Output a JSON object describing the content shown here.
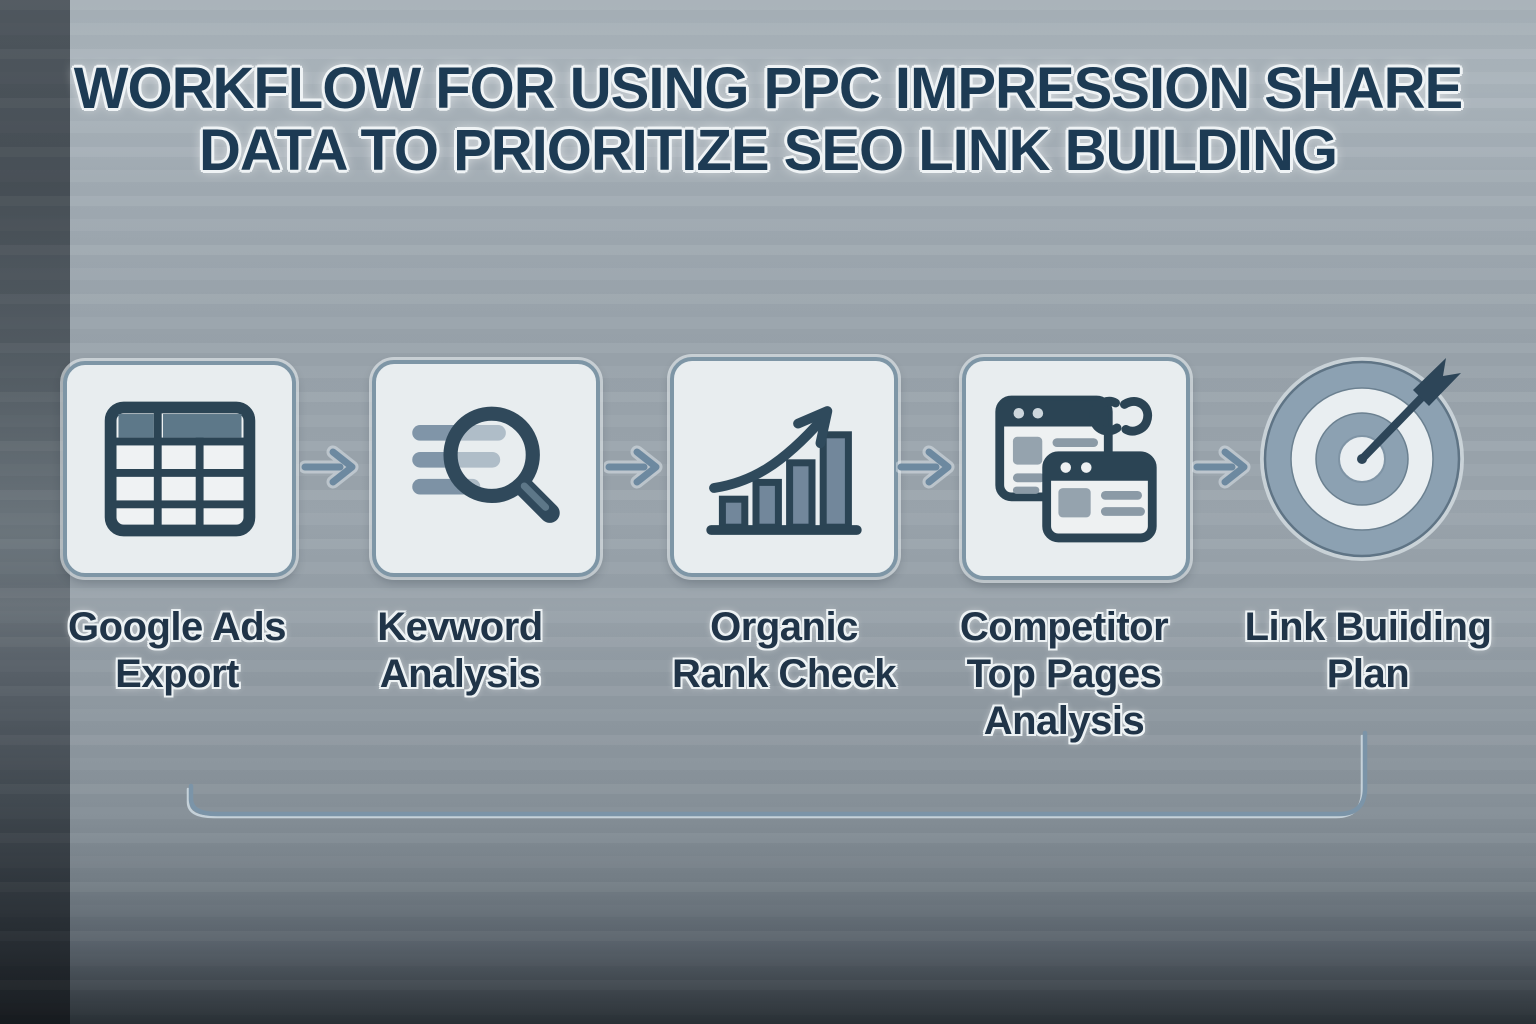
{
  "title": {
    "line1": "WORKFLOW FOR USING PPC IMPRESSION SHARE",
    "line2": "DATA TO PRIORITIZE SEO LINK BUILDING"
  },
  "steps": [
    {
      "id": "google-ads-export",
      "icon": "table-icon",
      "label": "Google Ads Export",
      "label_lines": [
        "Google Ads",
        "Export"
      ]
    },
    {
      "id": "keyword-analysis",
      "icon": "magnifier-keyword-icon",
      "label": "Kevword Analysis",
      "label_lines": [
        "Kevword",
        "Analysis"
      ]
    },
    {
      "id": "organic-rank-check",
      "icon": "bar-chart-growth-icon",
      "label": "Organic Rank Check",
      "label_lines": [
        "Organic",
        "Rank Check"
      ]
    },
    {
      "id": "competitor-top-pages",
      "icon": "browser-windows-link-icon",
      "label": "Competitor Top Pages Analysis",
      "label_lines": [
        "Competitor",
        "Top Pages",
        "Analysis"
      ]
    },
    {
      "id": "link-building-plan",
      "icon": "target-arrow-icon",
      "label": "Link Buiiding Plan",
      "label_lines": [
        "Link Buiiding",
        "Plan"
      ]
    }
  ],
  "connectors": {
    "forward_arrow_count": 4,
    "feedback_loop": "bottom U-shaped line from Link Buiiding Plan back to Google Ads Export"
  },
  "colors": {
    "navy": "#2b4454",
    "title_text": "#1d3b54",
    "label_text": "#203448",
    "card_fill": "#e8edef",
    "card_border": "#7e96a6",
    "slate_cell": "#5d7889",
    "bar_fill": "#72879b",
    "text_bar": "#8095a8",
    "arrow": "#6d89a0",
    "loop_line": "#7b94a8",
    "loop_highlight": "#ccd8e0",
    "target_ring": "#8ca1b2",
    "target_light": "#e9eef1",
    "bg_light": "#a2acb4",
    "bg_dark_left": "#3f474c",
    "bg_dark_bottom": "#20262b"
  }
}
